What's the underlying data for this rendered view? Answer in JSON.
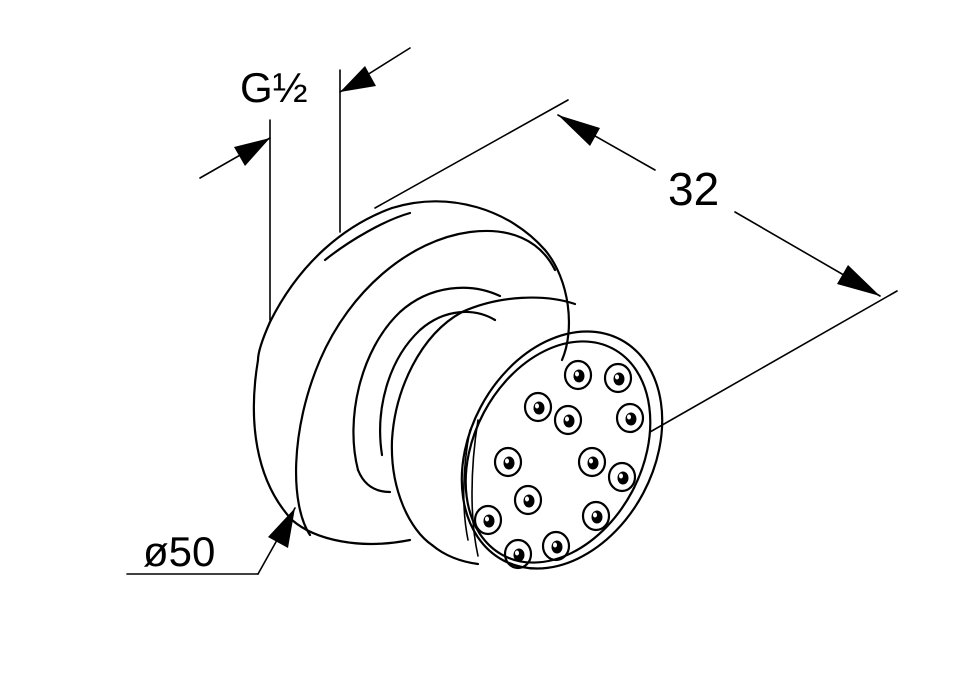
{
  "dimensions": {
    "thread": "G½",
    "depth": "32",
    "diameter": "ø50"
  },
  "nozzle_count": 13,
  "colors": {
    "line": "#000000",
    "background": "#ffffff"
  }
}
